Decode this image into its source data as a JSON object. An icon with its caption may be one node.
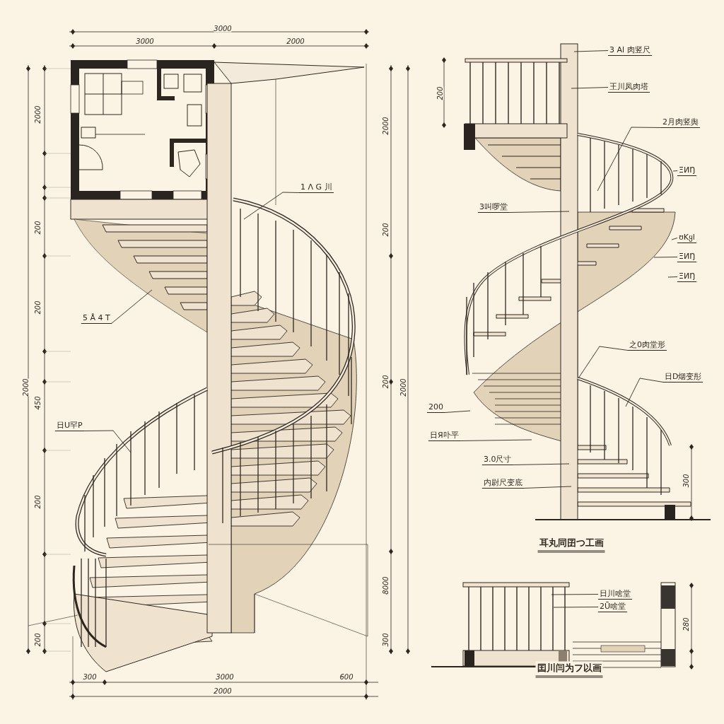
{
  "diagram": {
    "nodes": [
      {
        "text": [
          "1 Λ G 川"
        ]
      },
      {
        "text": [
          "5 Å 4 T"
        ]
      },
      {
        "text": [
          "日U罕P"
        ]
      },
      {
        "text": [
          "3 Al 肉竖尺"
        ]
      },
      {
        "text": [
          "王川凤肉塔"
        ]
      },
      {
        "text": [
          "2月肉竖舆"
        ]
      },
      {
        "text": [
          "ΞИŊ"
        ]
      },
      {
        "text": [
          "ʊKყl"
        ]
      },
      {
        "text": [
          "ΞИŊ"
        ]
      },
      {
        "text": [
          "ΞИŊ"
        ]
      },
      {
        "text": [
          "3叫啰堂"
        ]
      },
      {
        "text": [
          "之0肉堂形"
        ]
      },
      {
        "text": [
          "日D烟变彤"
        ]
      },
      {
        "text": [
          "200"
        ]
      },
      {
        "text": [
          "日Я卟平"
        ]
      },
      {
        "text": [
          "3.0尺寸"
        ]
      },
      {
        "text": [
          "内尉尺变底"
        ]
      },
      {
        "text": [
          "日川啥堂"
        ]
      },
      {
        "text": [
          "2Ū啥堂"
        ]
      }
    ],
    "edges": [
      {
        "from": 0,
        "to": null,
        "arrow": "none"
      },
      {
        "from": 1,
        "to": null,
        "arrow": "none"
      },
      {
        "from": 2,
        "to": null,
        "arrow": "none"
      },
      {
        "from": 3,
        "to": null,
        "arrow": "none"
      },
      {
        "from": 4,
        "to": null,
        "arrow": "none"
      },
      {
        "from": 5,
        "to": null,
        "arrow": "none"
      },
      {
        "from": 6,
        "to": null,
        "arrow": "none"
      },
      {
        "from": 7,
        "to": null,
        "arrow": "none"
      },
      {
        "from": 8,
        "to": null,
        "arrow": "none"
      },
      {
        "from": 9,
        "to": null,
        "arrow": "none"
      },
      {
        "from": 10,
        "to": null,
        "arrow": "none"
      },
      {
        "from": 11,
        "to": null,
        "arrow": "none"
      },
      {
        "from": 12,
        "to": null,
        "arrow": "none"
      },
      {
        "from": 13,
        "to": null,
        "arrow": "none"
      },
      {
        "from": 14,
        "to": null,
        "arrow": "none"
      },
      {
        "from": 15,
        "to": null,
        "arrow": "none"
      },
      {
        "from": 16,
        "to": null,
        "arrow": "none"
      },
      {
        "from": 17,
        "to": null,
        "arrow": "none"
      },
      {
        "from": 18,
        "to": null,
        "arrow": "none"
      }
    ],
    "labels": [
      "3000",
      "3000",
      "2000",
      "200",
      "2000",
      "2000",
      "200",
      "200",
      "200",
      "2000",
      "200",
      "2000",
      "450",
      "300",
      "200",
      "耳丸同囝つ工画",
      "8000",
      "280",
      "200",
      "300",
      "囯川闫为フ以画",
      "300",
      "3000",
      "600",
      "2000"
    ]
  }
}
